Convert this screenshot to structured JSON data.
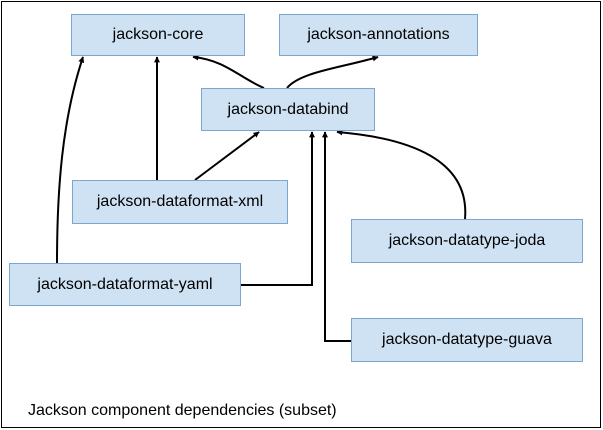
{
  "diagram": {
    "caption": "Jackson component dependencies (subset)",
    "box_fill": "#cfe2f3",
    "box_border": "#7aa6d0",
    "edge_color": "#000000",
    "nodes": {
      "core": "jackson-core",
      "annotations": "jackson-annotations",
      "databind": "jackson-databind",
      "dataformat_xml": "jackson-dataformat-xml",
      "datatype_joda": "jackson-datatype-joda",
      "dataformat_yaml": "jackson-dataformat-yaml",
      "datatype_guava": "jackson-datatype-guava"
    },
    "edges": [
      {
        "from": "jackson-databind",
        "to": "jackson-core"
      },
      {
        "from": "jackson-databind",
        "to": "jackson-annotations"
      },
      {
        "from": "jackson-dataformat-xml",
        "to": "jackson-core"
      },
      {
        "from": "jackson-dataformat-xml",
        "to": "jackson-databind"
      },
      {
        "from": "jackson-dataformat-yaml",
        "to": "jackson-core"
      },
      {
        "from": "jackson-dataformat-yaml",
        "to": "jackson-databind"
      },
      {
        "from": "jackson-datatype-joda",
        "to": "jackson-databind"
      },
      {
        "from": "jackson-datatype-guava",
        "to": "jackson-databind"
      }
    ]
  }
}
